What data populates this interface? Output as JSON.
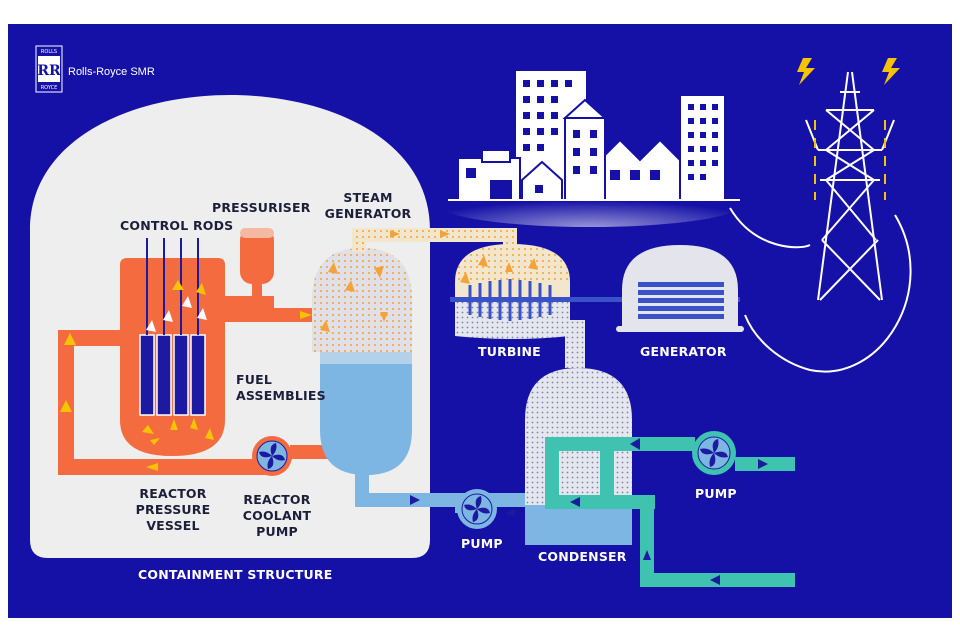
{
  "brand": {
    "name": "Rolls-Royce SMR",
    "badge_top": "ROLLS",
    "badge_bottom": "ROYCE",
    "monogram": "RR"
  },
  "labels": {
    "pressuriser": "PRESSURISER",
    "steam_generator_1": "STEAM",
    "steam_generator_2": "GENERATOR",
    "control_rods": "CONTROL RODS",
    "fuel_assemblies_1": "FUEL",
    "fuel_assemblies_2": "ASSEMBLIES",
    "turbine": "TURBINE",
    "generator": "GENERATOR",
    "reactor_pressure_vessel_1": "REACTOR",
    "reactor_pressure_vessel_2": "PRESSURE",
    "reactor_pressure_vessel_3": "VESSEL",
    "reactor_coolant_pump_1": "REACTOR",
    "reactor_coolant_pump_2": "COOLANT",
    "reactor_coolant_pump_3": "PUMP",
    "pump_feed": "PUMP",
    "pump_cooling": "PUMP",
    "condenser": "CONDENSER",
    "containment_structure": "CONTAINMENT STRUCTURE"
  },
  "colors": {
    "background": "#1611a6",
    "containment": "#eeeeee",
    "primary_loop": "#f36b3e",
    "secondary_water": "#7db6e2",
    "cooling_water": "#3fc3b0",
    "steam_dots": "#f4a23a",
    "fuel_rod": "#1c1aa0",
    "city_line": "#ffffff"
  }
}
